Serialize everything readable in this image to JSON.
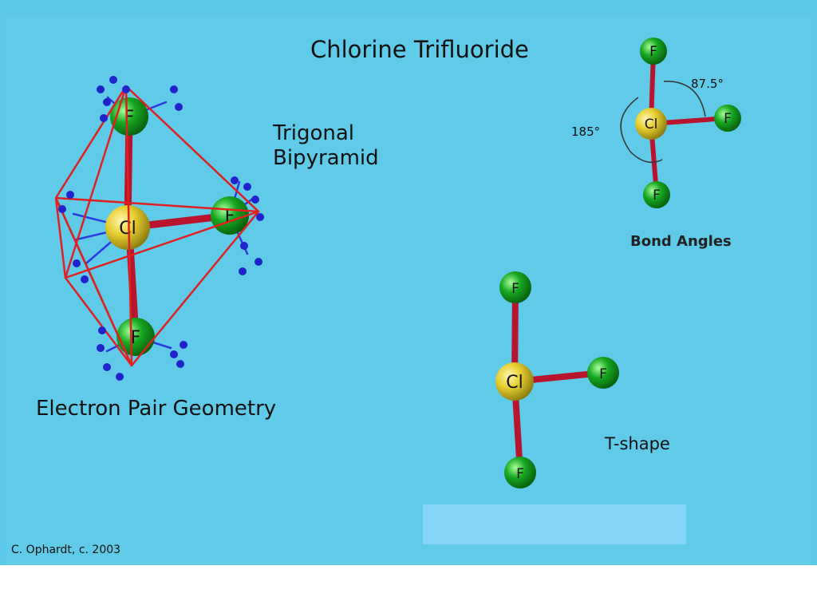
{
  "title": "Chlorine Trifluoride",
  "geometry_label_line1": "Trigonal",
  "geometry_label_line2": "Bipyramid",
  "electron_pair_label": "Electron Pair Geometry",
  "bond_angles_label": "Bond Angles",
  "angle_small": "87.5°",
  "angle_large": "185°",
  "shape_label": "T-shape",
  "credit": "C. Ophardt, c. 2003",
  "atoms": {
    "central": "Cl",
    "outer": "F"
  },
  "colors": {
    "background": "#58c8e6",
    "bond": "#b8142e",
    "chlorine": "#e6cf30",
    "fluorine": "#16a822",
    "lone_pair": "#2222cc",
    "polyhedron": "#e02020"
  }
}
